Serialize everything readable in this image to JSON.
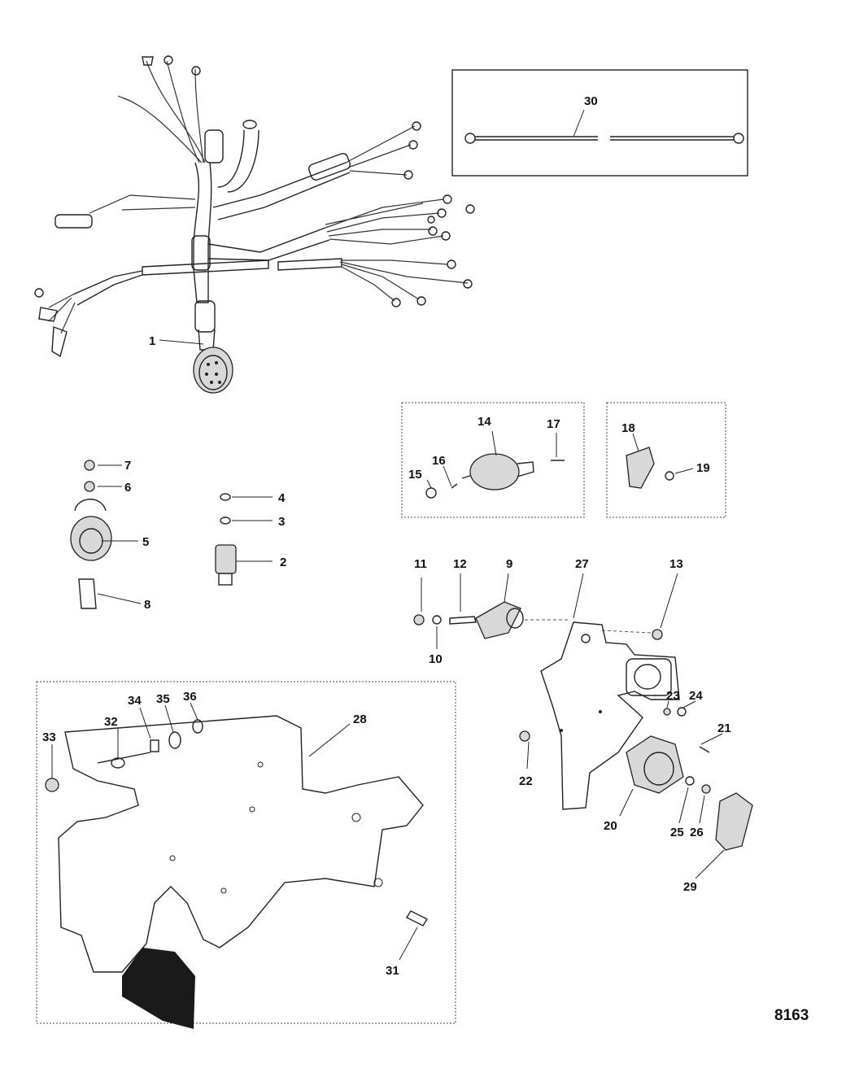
{
  "figure_number": "8163",
  "callouts": {
    "c1": "1",
    "c2": "2",
    "c3": "3",
    "c4": "4",
    "c5": "5",
    "c6": "6",
    "c7": "7",
    "c8": "8",
    "c9": "9",
    "c10": "10",
    "c11": "11",
    "c12": "12",
    "c13": "13",
    "c14": "14",
    "c15": "15",
    "c16": "16",
    "c17": "17",
    "c18": "18",
    "c19": "19",
    "c20": "20",
    "c21": "21",
    "c22": "22",
    "c23": "23",
    "c24": "24",
    "c25": "25",
    "c26": "26",
    "c27": "27",
    "c28": "28",
    "c29": "29",
    "c30": "30",
    "c31": "31",
    "c32": "32",
    "c33": "33",
    "c34": "34",
    "c35": "35",
    "c36": "36"
  }
}
